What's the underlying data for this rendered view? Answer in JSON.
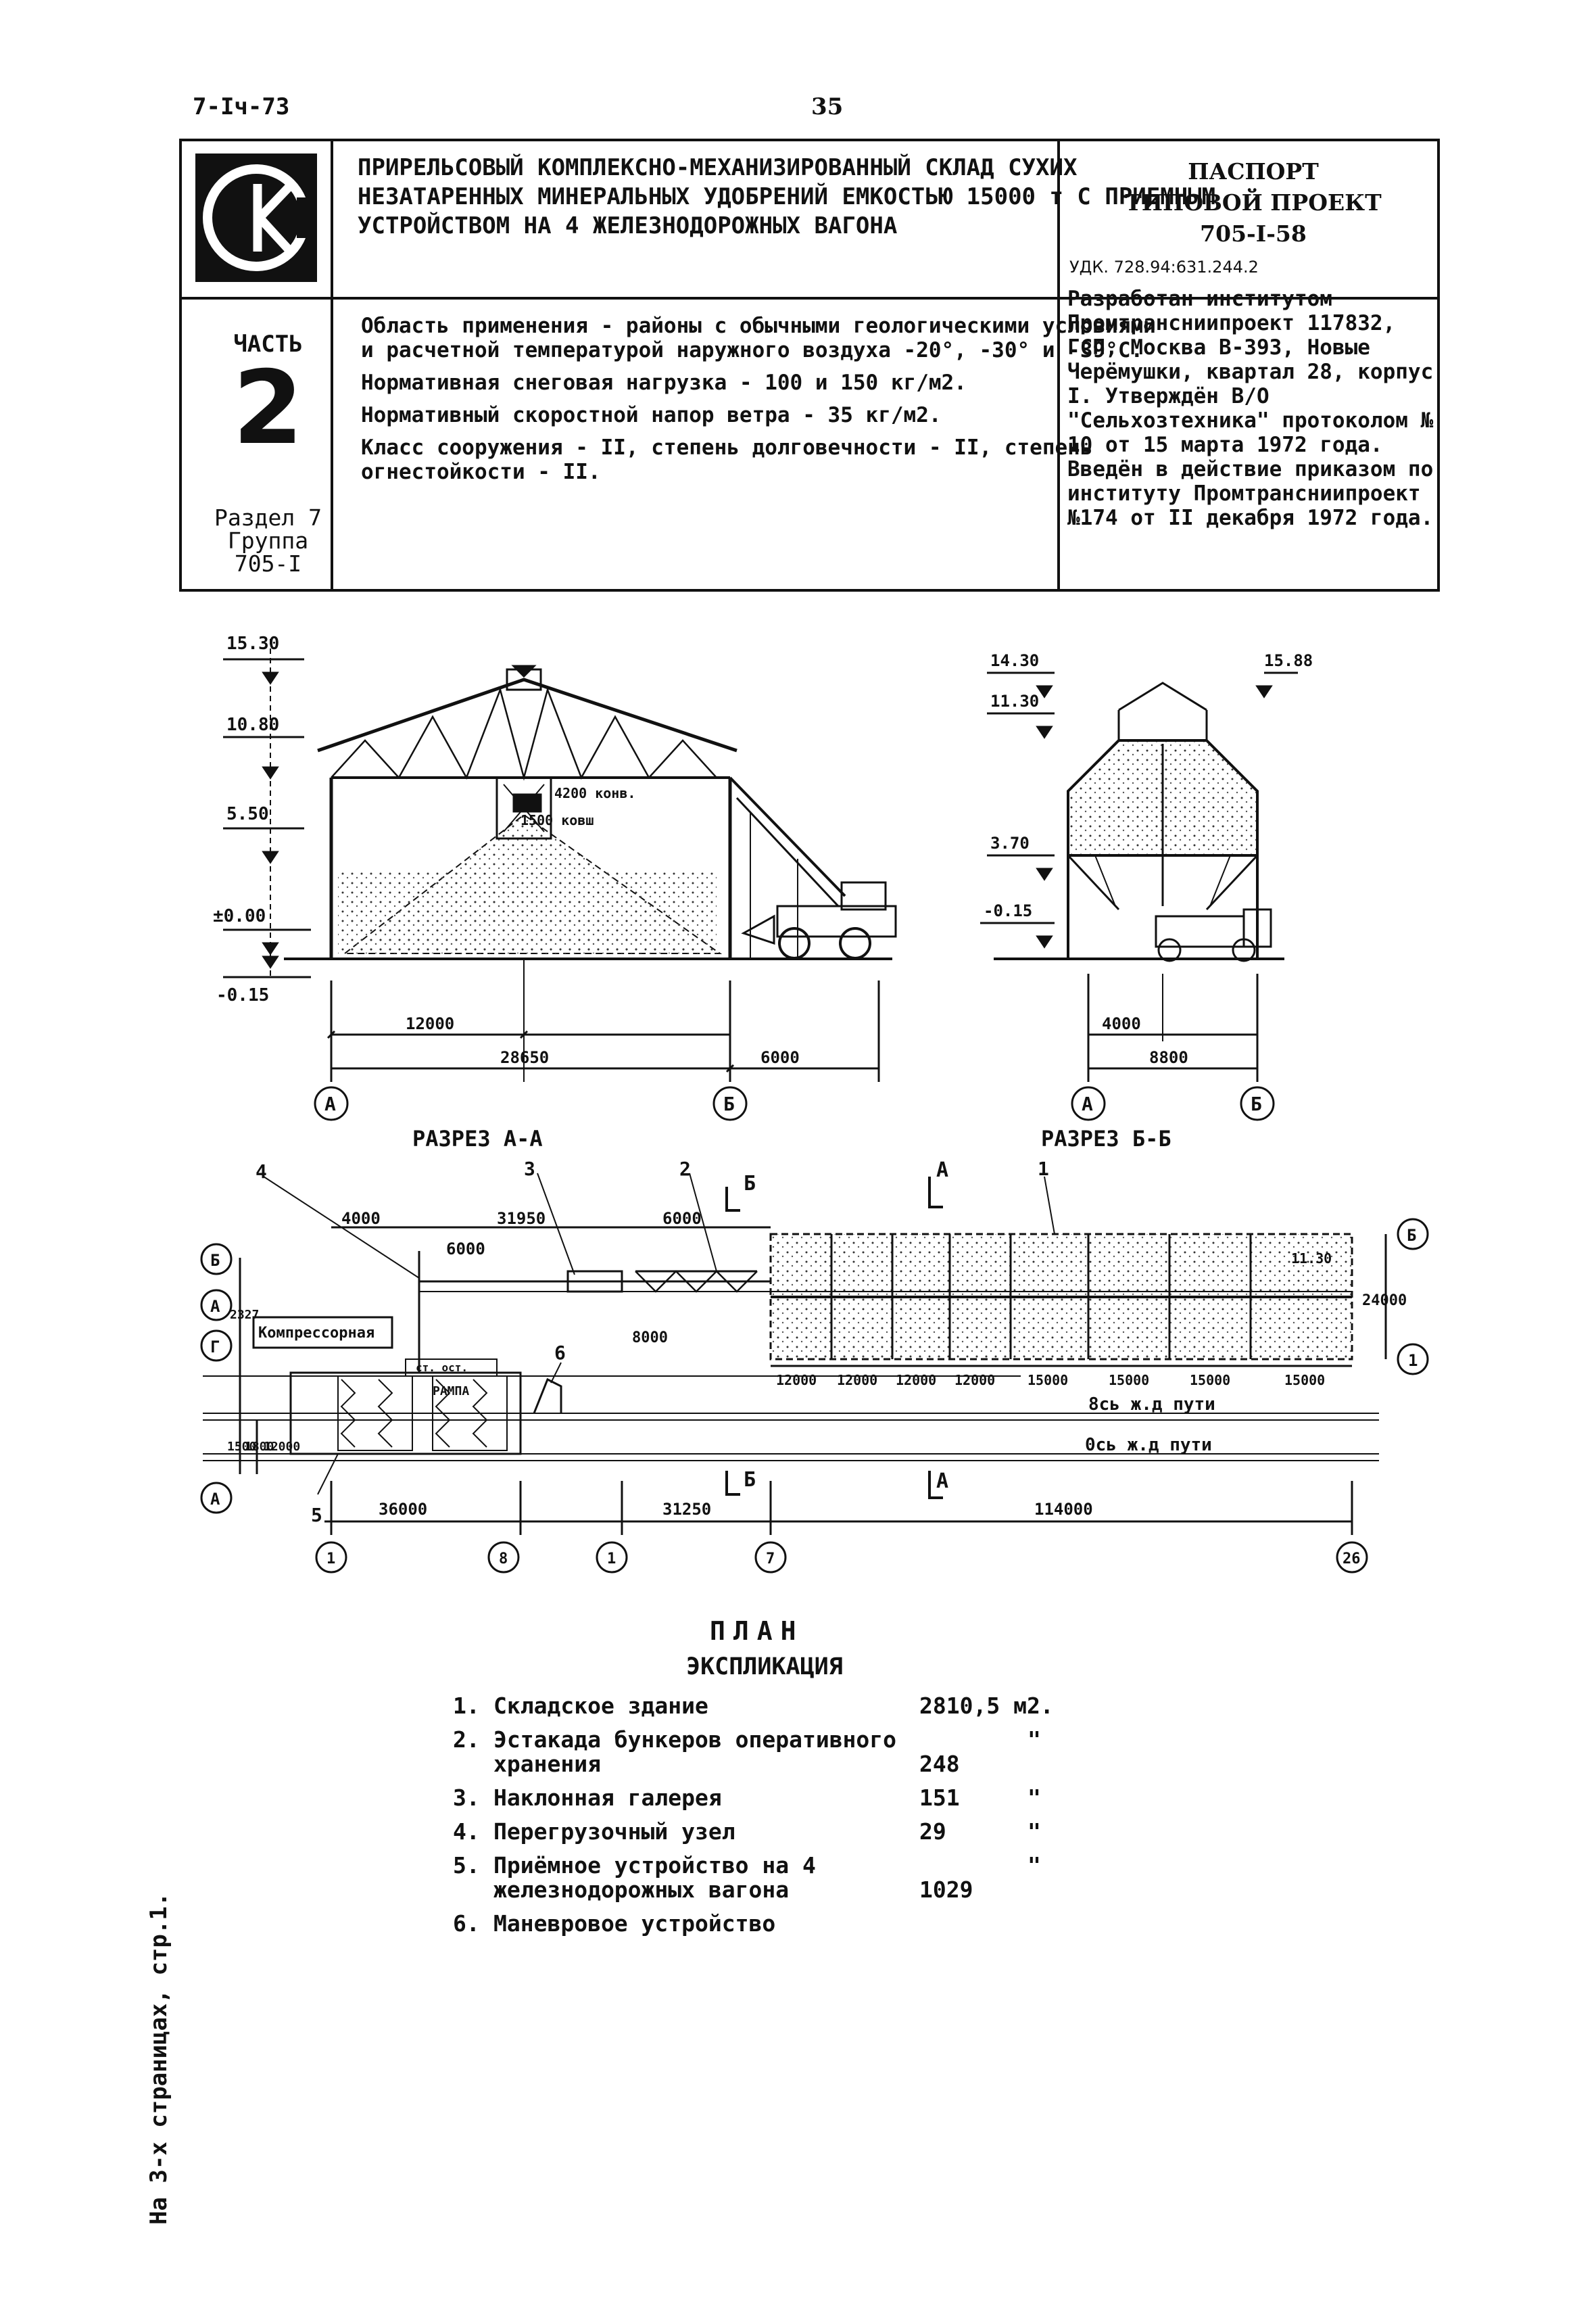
{
  "header": {
    "code": "7-Iч-73",
    "page_number": "35"
  },
  "stamp": {
    "title": "ПРИРЕЛЬСОВЫЙ КОМПЛЕКСНО-МЕХАНИЗИРОВАННЫЙ СКЛАД СУХИХ НЕЗАТАРЕННЫХ МИНЕРАЛЬНЫХ УДОБРЕНИЙ ЕМКОСТЬЮ 15000 т С ПРИЕМНЫМ УСТРОЙСТВОМ НА 4 ЖЕЛЕЗНОДОРОЖНЫХ ВАГОНА",
    "passport_lines": [
      "ПАСПОРТ",
      "ТИПОВОЙ ПРОЕКТ",
      "705-I-58"
    ],
    "udk": "УДК. 728.94:631.244.2",
    "part_label": "ЧАСТЬ",
    "part_number": "2",
    "section_lines": [
      "Раздел 7",
      "Группа",
      "705-I"
    ],
    "description": [
      "Область применения - районы с обычными геологическими условиями и расчетной температурой наружного воздуха -20°, -30° и -39°С.",
      "Нормативная снеговая нагрузка - 100 и 150 кг/м2.",
      "Нормативный скоростной напор ветра - 35 кг/м2.",
      "Класс сооружения - II, степень долговечности - II, степень огнестойкости - II."
    ],
    "developer": "Разработан институтом Промтрансниипроект 117832, ГСП, Москва В-393, Новые Черёмушки, квартал 28, корпус I. Утверждён В/О \"Сельхозтехника\" протоколом № 10 от 15 марта 1972 года. Введён в действие приказом по институту Промтрансниипроект №174 от II декабря 1972 года."
  },
  "section_aa": {
    "caption": "РАЗРЕЗ А-А",
    "levels": [
      "15.30",
      "10.80",
      "5.50",
      "±0.00",
      "-0.15"
    ],
    "dims": [
      "12000",
      "28650",
      "6000"
    ],
    "inner_labels": [
      "4200 конв.",
      "1500 ковш"
    ],
    "axes": [
      "А",
      "Б"
    ]
  },
  "section_bb": {
    "caption": "РАЗРЕЗ Б-Б",
    "levels": [
      "14.30",
      "15.88",
      "11.30",
      "3.70",
      "-0.15"
    ],
    "dims": [
      "4000",
      "8800"
    ],
    "axes": [
      "А",
      "Б"
    ]
  },
  "plan": {
    "title": "ПЛАН",
    "callouts": [
      "1",
      "2",
      "3",
      "4",
      "5",
      "6"
    ],
    "cut_marks": [
      "А",
      "Б"
    ],
    "row_axes": [
      "Б",
      "А",
      "Г",
      "А"
    ],
    "row_axes_right": [
      "Б",
      "1"
    ],
    "col_axes": [
      "1",
      "8",
      "1",
      "7",
      "26"
    ],
    "top_dims": [
      "4000",
      "31950",
      "6000",
      "6000"
    ],
    "left_dims": [
      "2327",
      "8000",
      "1500",
      "1800",
      "12000"
    ],
    "right_dims": [
      "11.30",
      "24000"
    ],
    "bay_dims": [
      "12000",
      "12000",
      "12000",
      "12000",
      "15000",
      "15000",
      "15000",
      "15000"
    ],
    "bottom_dims": [
      "36000",
      "31250",
      "114000"
    ],
    "labels": [
      "Компрессорная",
      "ст. ост.",
      "РАМПА"
    ],
    "track_labels": [
      "8сь ж.д пути",
      "0сь ж.д пути"
    ]
  },
  "explication": {
    "title": "ЭКСПЛИКАЦИЯ",
    "items": [
      {
        "num": "1.",
        "name": "Складское здание",
        "area": "2810,5 м2.",
        "unit": ""
      },
      {
        "num": "2.",
        "name": "Эстакада бункеров оперативного хранения",
        "area": "248",
        "unit": "\""
      },
      {
        "num": "3.",
        "name": "Наклонная галерея",
        "area": "151",
        "unit": "\""
      },
      {
        "num": "4.",
        "name": "Перегрузочный узел",
        "area": "29",
        "unit": "\""
      },
      {
        "num": "5.",
        "name": "Приёмное устройство на 4 железнодорожных вагона",
        "area": "1029",
        "unit": "\""
      },
      {
        "num": "6.",
        "name": "Маневровое устройство",
        "area": "",
        "unit": ""
      }
    ]
  },
  "side_note": "На 3-х страницах, стр.1."
}
